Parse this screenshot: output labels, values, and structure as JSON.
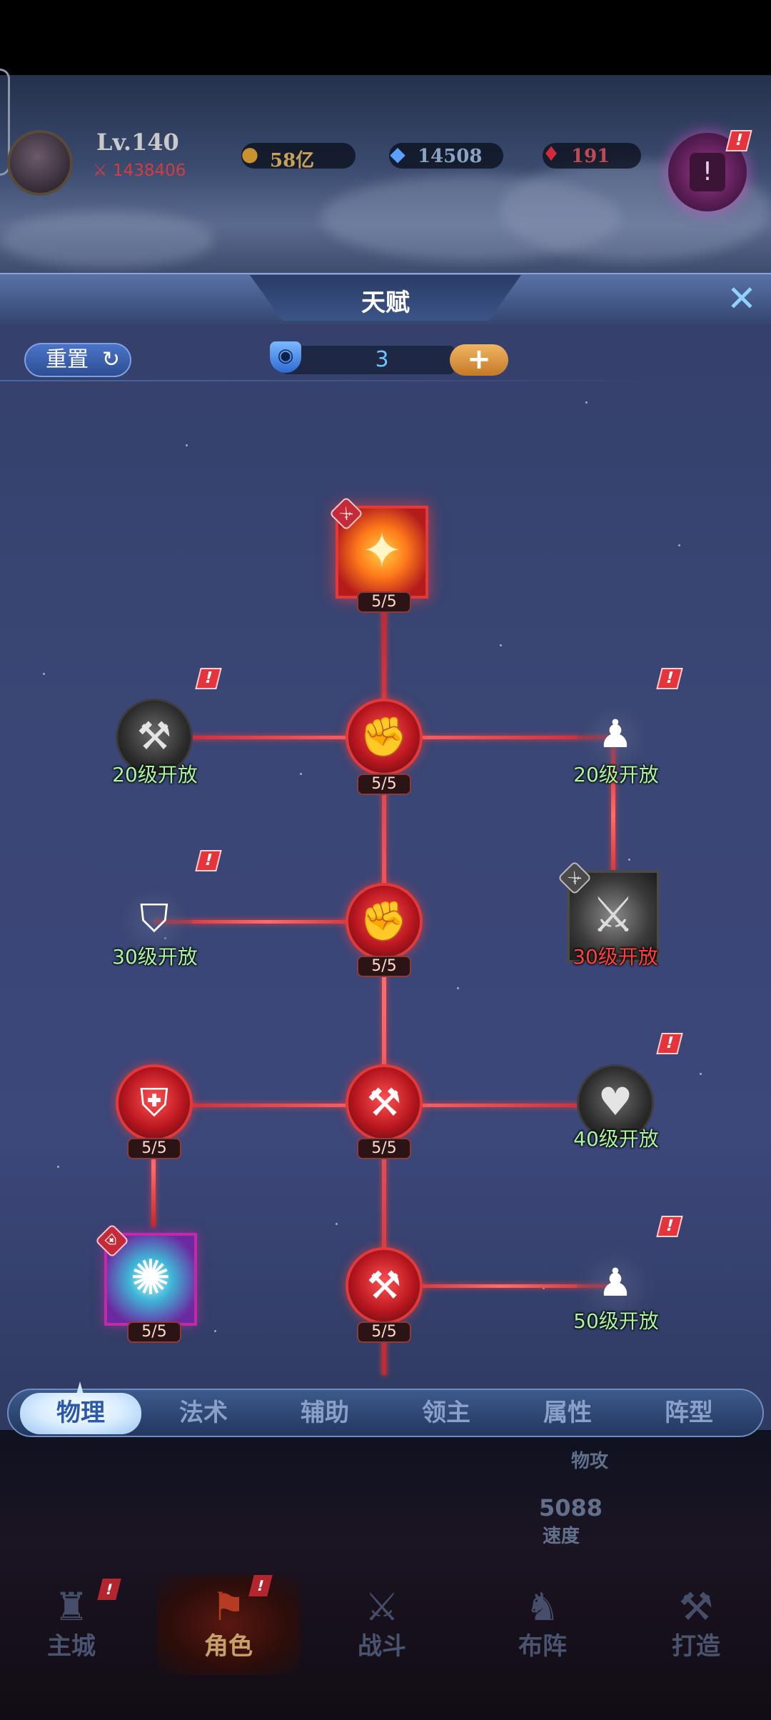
{
  "hud": {
    "level": "Lv.140",
    "power": "1438406",
    "resources": [
      {
        "icon": "gold-coin-plus-icon",
        "glyph": "●",
        "value": "58亿"
      },
      {
        "icon": "gem-plus-icon",
        "glyph": "◆",
        "value": "14508"
      },
      {
        "icon": "ruby-icon",
        "glyph": "♦",
        "value": "191"
      }
    ],
    "quest_glyph": "!",
    "alert_glyph": "!"
  },
  "panel": {
    "title": "天赋",
    "close_glyph": "✕",
    "reset_label": "重置",
    "reset_glyph": "↻",
    "eye_glyph": "◉",
    "points": "3",
    "plus_glyph": "+"
  },
  "tree": {
    "top_count": "5/5",
    "fist1_count": "5/5",
    "fist2_count": "5/5",
    "axe_left_count": "5/5",
    "axe_mid_count": "5/5",
    "axe_low_count": "5/5",
    "burst_count": "5/5",
    "lock20a": "20级开放",
    "lock20b": "20级开放",
    "lock30a": "30级开放",
    "lock30b": "30级开放",
    "lock40": "40级开放",
    "lock50": "50级开放",
    "glyphs": {
      "fist": "✊",
      "axe": "⚒",
      "torso": "♟",
      "drop": "⛉",
      "heart": "♥",
      "sword": "⚔",
      "slash": "✦",
      "burst": "✺",
      "shield": "⛨"
    },
    "alert": "!"
  },
  "tabs": [
    {
      "label": "物理",
      "active": true
    },
    {
      "label": "法术",
      "active": false
    },
    {
      "label": "辅助",
      "active": false
    },
    {
      "label": "领主",
      "active": false
    },
    {
      "label": "属性",
      "active": false
    },
    {
      "label": "阵型",
      "active": false
    }
  ],
  "background_stats": {
    "atk_label": "物攻",
    "speed_value": "5088",
    "speed_label": "速度"
  },
  "nav": [
    {
      "label": "主城",
      "glyph": "♜",
      "active": false
    },
    {
      "label": "角色",
      "glyph": "⚑",
      "active": true
    },
    {
      "label": "战斗",
      "glyph": "⚔",
      "active": false
    },
    {
      "label": "布阵",
      "glyph": "♞",
      "active": false
    },
    {
      "label": "打造",
      "glyph": "⚒",
      "active": false
    }
  ],
  "colors": {
    "link_red": "#e23a3a",
    "unlock_green": "#a9f5a0",
    "locked_red": "#ff4040",
    "tab_active": "#2c5aa8"
  }
}
